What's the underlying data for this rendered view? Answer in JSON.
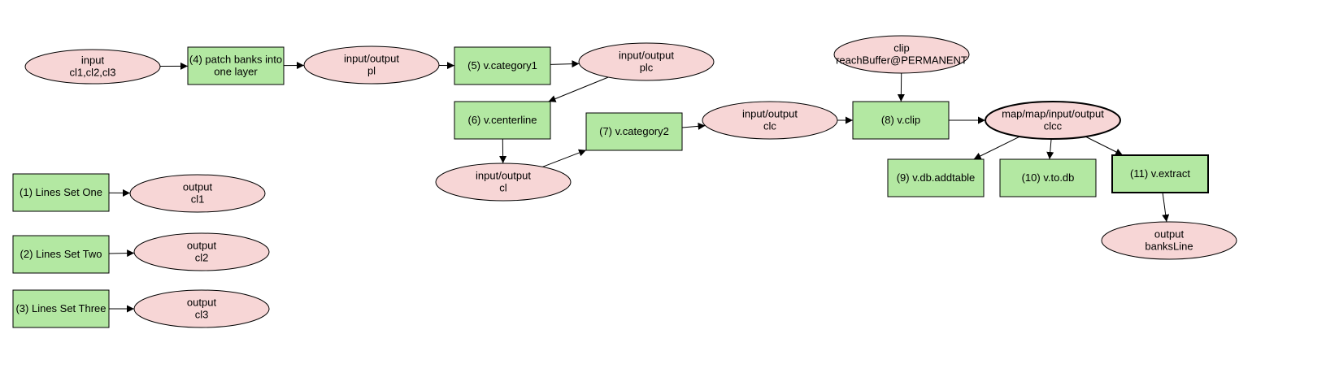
{
  "colors": {
    "action_fill": "#b3e8a2",
    "data_fill": "#f7d6d6",
    "stroke": "#000000"
  },
  "nodes": {
    "input_cl123": {
      "kind": "data",
      "lines": [
        "input",
        "cl1,cl2,cl3"
      ]
    },
    "patch": {
      "kind": "action",
      "lines": [
        "(4) patch banks into",
        "one layer"
      ]
    },
    "io_pl": {
      "kind": "data",
      "lines": [
        "input/output",
        "pl"
      ]
    },
    "cat1": {
      "kind": "action",
      "lines": [
        "(5) v.category1"
      ]
    },
    "io_plc": {
      "kind": "data",
      "lines": [
        "input/output",
        "plc"
      ]
    },
    "centerline": {
      "kind": "action",
      "lines": [
        "(6) v.centerline"
      ]
    },
    "io_cl": {
      "kind": "data",
      "lines": [
        "input/output",
        "cl"
      ]
    },
    "cat2": {
      "kind": "action",
      "lines": [
        "(7) v.category2"
      ]
    },
    "io_clc": {
      "kind": "data",
      "lines": [
        "input/output",
        "clc"
      ]
    },
    "clip_in": {
      "kind": "data",
      "lines": [
        "clip",
        "reachBuffer@PERMANENT"
      ]
    },
    "vclip": {
      "kind": "action",
      "lines": [
        "(8) v.clip"
      ]
    },
    "io_clcc": {
      "kind": "data",
      "lines": [
        "map/map/input/output",
        "clcc"
      ]
    },
    "addtable": {
      "kind": "action",
      "lines": [
        "(9) v.db.addtable"
      ]
    },
    "todb": {
      "kind": "action",
      "lines": [
        "(10) v.to.db"
      ]
    },
    "extract": {
      "kind": "action",
      "lines": [
        "(11) v.extract"
      ]
    },
    "out_banks": {
      "kind": "data",
      "lines": [
        "output",
        "banksLine"
      ]
    },
    "set1": {
      "kind": "action",
      "lines": [
        "(1) Lines Set One"
      ]
    },
    "out_cl1": {
      "kind": "data",
      "lines": [
        "output",
        "cl1"
      ]
    },
    "set2": {
      "kind": "action",
      "lines": [
        "(2) Lines Set Two"
      ]
    },
    "out_cl2": {
      "kind": "data",
      "lines": [
        "output",
        "cl2"
      ]
    },
    "set3": {
      "kind": "action",
      "lines": [
        "(3) Lines Set Three"
      ]
    },
    "out_cl3": {
      "kind": "data",
      "lines": [
        "output",
        "cl3"
      ]
    }
  },
  "edges": [
    [
      "input_cl123",
      "patch"
    ],
    [
      "patch",
      "io_pl"
    ],
    [
      "io_pl",
      "cat1"
    ],
    [
      "cat1",
      "io_plc"
    ],
    [
      "io_plc",
      "centerline"
    ],
    [
      "centerline",
      "io_cl"
    ],
    [
      "io_cl",
      "cat2"
    ],
    [
      "cat2",
      "io_clc"
    ],
    [
      "io_clc",
      "vclip"
    ],
    [
      "clip_in",
      "vclip"
    ],
    [
      "vclip",
      "io_clcc"
    ],
    [
      "io_clcc",
      "addtable"
    ],
    [
      "io_clcc",
      "todb"
    ],
    [
      "io_clcc",
      "extract"
    ],
    [
      "extract",
      "out_banks"
    ],
    [
      "set1",
      "out_cl1"
    ],
    [
      "set2",
      "out_cl2"
    ],
    [
      "set3",
      "out_cl3"
    ]
  ]
}
